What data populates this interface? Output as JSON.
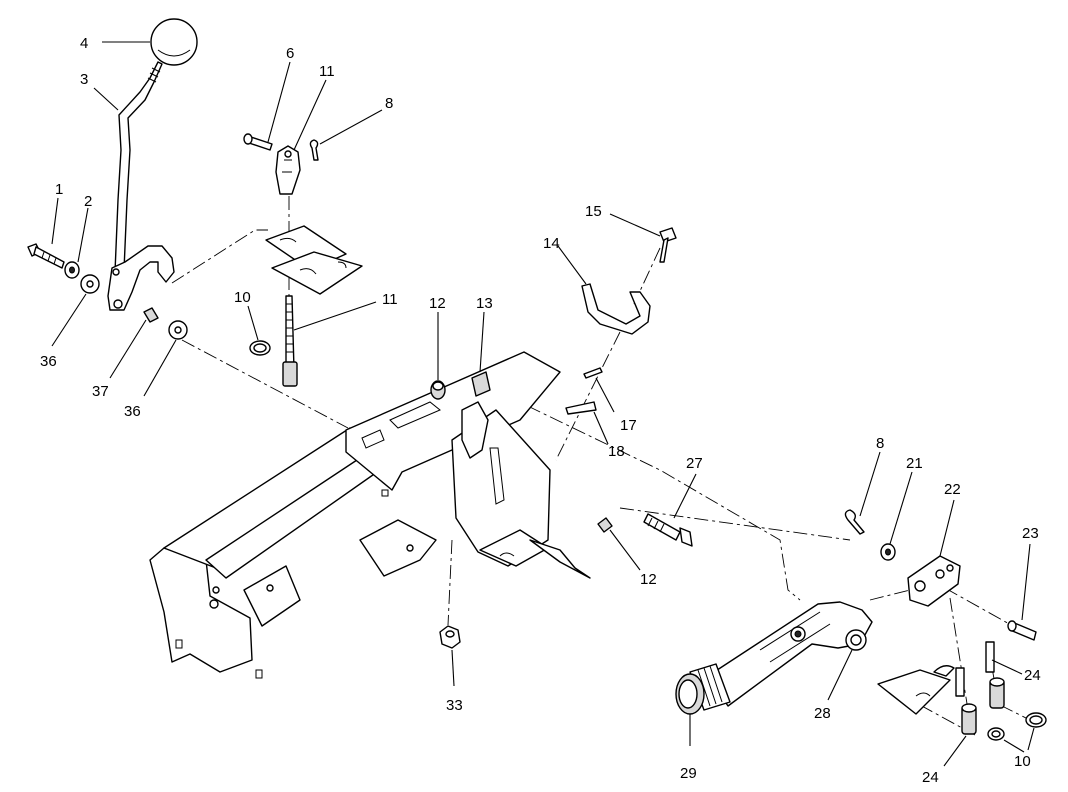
{
  "callouts": [
    {
      "id": "c1",
      "text": "1"
    },
    {
      "id": "c2",
      "text": "2"
    },
    {
      "id": "c3",
      "text": "3"
    },
    {
      "id": "c4",
      "text": "4"
    },
    {
      "id": "c6",
      "text": "6"
    },
    {
      "id": "c11a",
      "text": "11"
    },
    {
      "id": "c8a",
      "text": "8"
    },
    {
      "id": "c10a",
      "text": "10"
    },
    {
      "id": "c11b",
      "text": "11"
    },
    {
      "id": "c12a",
      "text": "12"
    },
    {
      "id": "c13",
      "text": "13"
    },
    {
      "id": "c36a",
      "text": "36"
    },
    {
      "id": "c37",
      "text": "37"
    },
    {
      "id": "c36b",
      "text": "36"
    },
    {
      "id": "c15",
      "text": "15"
    },
    {
      "id": "c14",
      "text": "14"
    },
    {
      "id": "c17",
      "text": "17"
    },
    {
      "id": "c18",
      "text": "18"
    },
    {
      "id": "c27",
      "text": "27"
    },
    {
      "id": "c12b",
      "text": "12"
    },
    {
      "id": "c8b",
      "text": "8"
    },
    {
      "id": "c21",
      "text": "21"
    },
    {
      "id": "c22",
      "text": "22"
    },
    {
      "id": "c23",
      "text": "23"
    },
    {
      "id": "c24a",
      "text": "24"
    },
    {
      "id": "c33",
      "text": "33"
    },
    {
      "id": "c28",
      "text": "28"
    },
    {
      "id": "c29",
      "text": "29"
    },
    {
      "id": "c24b",
      "text": "24"
    },
    {
      "id": "c10b",
      "text": "10"
    }
  ]
}
